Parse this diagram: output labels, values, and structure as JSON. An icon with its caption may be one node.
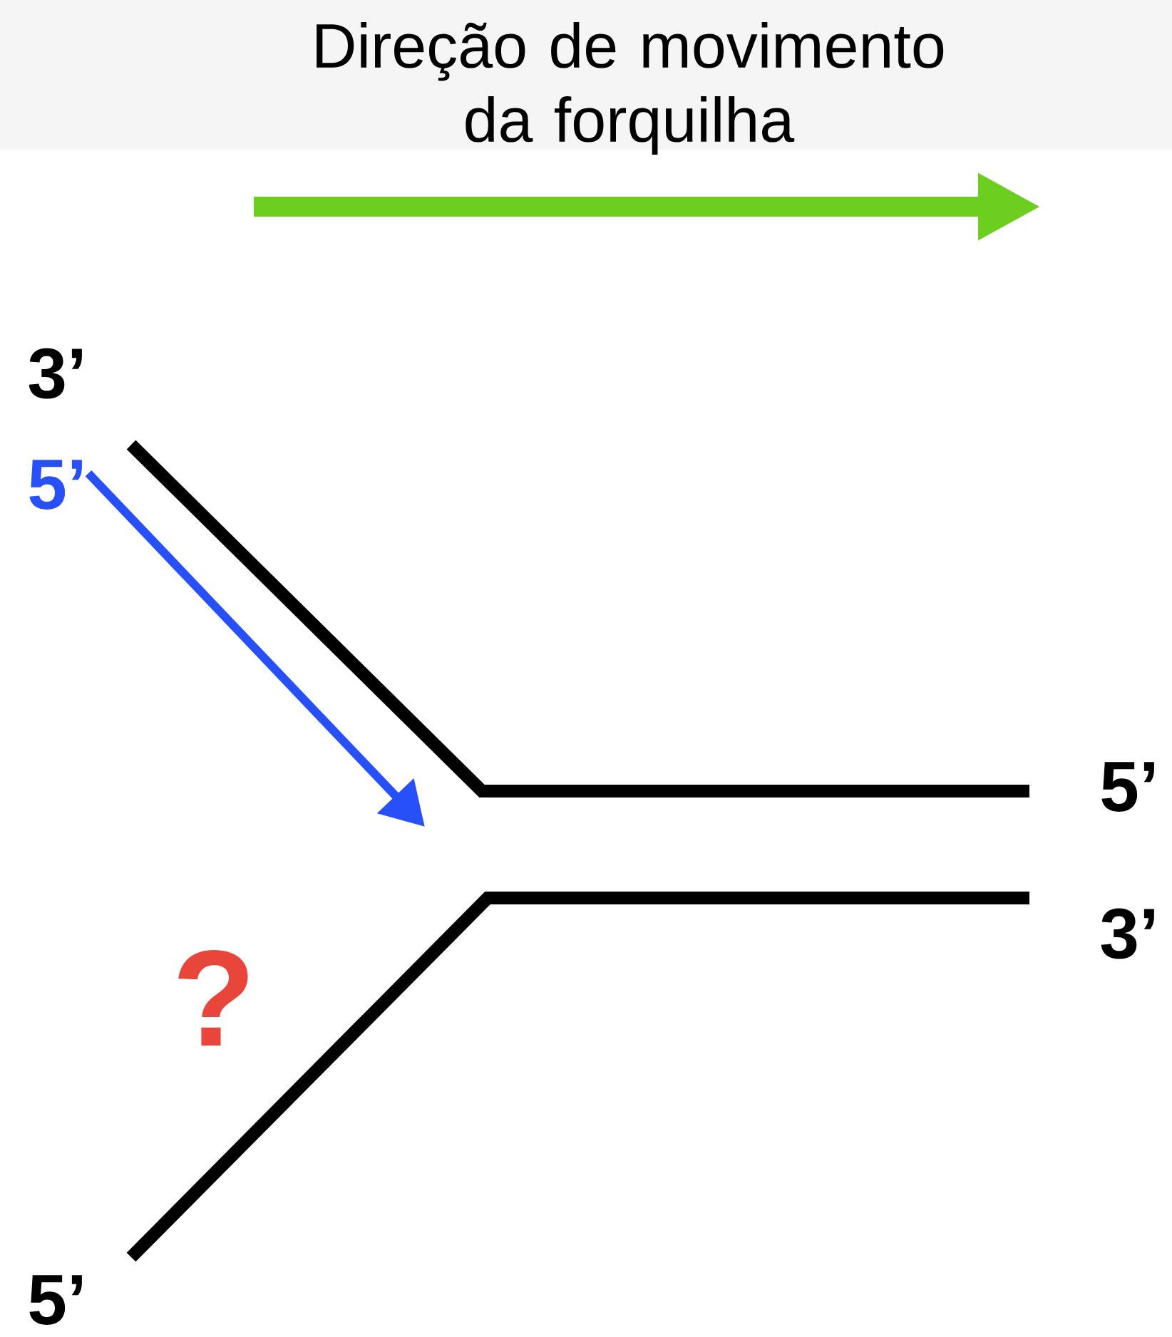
{
  "diagram": {
    "title": "Direção de movimento da forquilha",
    "labels": [
      "3’",
      "5’",
      "5’",
      "3’",
      "?",
      "5’"
    ]
  }
}
